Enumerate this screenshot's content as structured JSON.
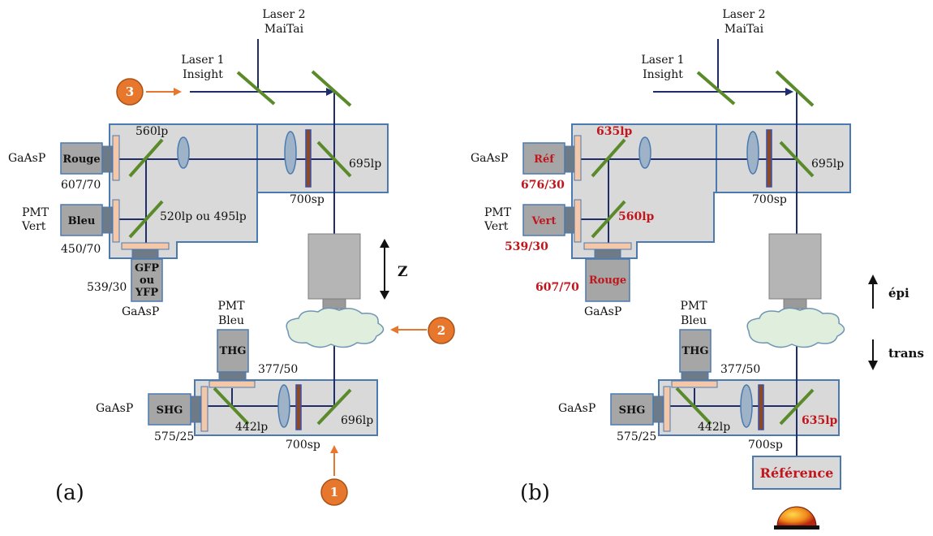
{
  "panel_a": {
    "panel_label": "(a)",
    "laser2": {
      "line1": "Laser 2",
      "line2": "MaiTai"
    },
    "laser1": {
      "line1": "Laser 1",
      "line2": "Insight"
    },
    "markers": {
      "m1": "1",
      "m2": "2",
      "m3": "3"
    },
    "detector_top_left": {
      "name": "GaAsP",
      "label": "Rouge",
      "filter": "607/70"
    },
    "detector_mid_left": {
      "name_line1": "PMT",
      "name_line2": "Vert",
      "label": "Bleu",
      "filter": "450/70"
    },
    "detector_bottom": {
      "label_line1": "GFP",
      "label_line2": "ou",
      "label_line3": "YFP",
      "name": "GaAsP",
      "filter": "539/30"
    },
    "dichroics": {
      "top": "560lp",
      "mid": "520lp ou 495lp",
      "right": "695lp",
      "trans": "696lp",
      "trans_left": "442lp"
    },
    "shortpass_top": "700sp",
    "z_label": "Z",
    "thg": {
      "name_line1": "PMT",
      "name_line2": "Bleu",
      "label": "THG",
      "filter": "377/50"
    },
    "shg": {
      "name": "GaAsP",
      "label": "SHG",
      "filter": "575/25"
    },
    "shortpass_bottom": "700sp"
  },
  "panel_b": {
    "panel_label": "(b)",
    "laser2": {
      "line1": "Laser 2",
      "line2": "MaiTai"
    },
    "laser1": {
      "line1": "Laser 1",
      "line2": "Insight"
    },
    "detector_top_left": {
      "name": "GaAsP",
      "label": "Réf",
      "filter": "676/30"
    },
    "detector_mid_left": {
      "name_line1": "PMT",
      "name_line2": "Vert",
      "label": "Vert",
      "filter": "539/30"
    },
    "detector_bottom": {
      "label": "Rouge",
      "name": "GaAsP",
      "filter": "607/70"
    },
    "dichroics": {
      "top": "635lp",
      "mid": "560lp",
      "right": "695lp",
      "trans": "635lp",
      "trans_left": "442lp"
    },
    "shortpass_top": "700sp",
    "epi_label": "épi",
    "trans_label": "trans",
    "thg": {
      "name_line1": "PMT",
      "name_line2": "Bleu",
      "label": "THG",
      "filter": "377/50"
    },
    "shg": {
      "name": "GaAsP",
      "label": "SHG",
      "filter": "575/25"
    },
    "shortpass_bottom": "700sp",
    "reference_label": "Référence"
  }
}
